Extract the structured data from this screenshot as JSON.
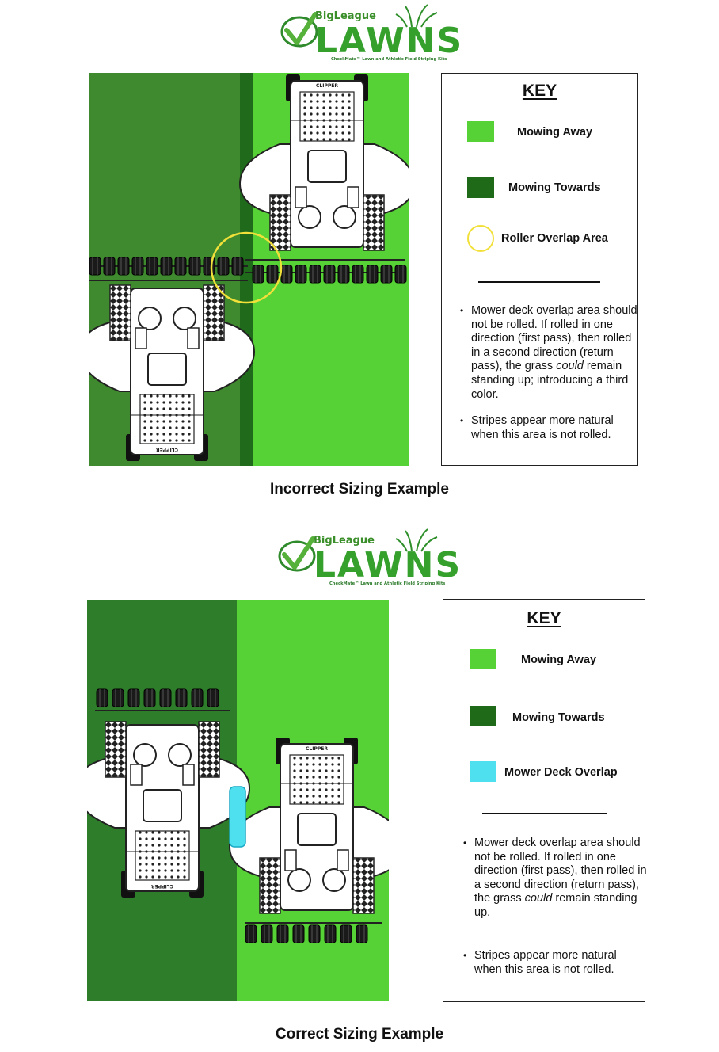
{
  "logo": {
    "brand_small": "BigLeague",
    "brand_large": "LAWNS",
    "tagline": "CheckMate™ Lawn and Athletic Field Striping Kits"
  },
  "mower": {
    "brand": "CLIPPER"
  },
  "colors": {
    "mowing_away": "#57d236",
    "mowing_towards": "#2e7d2a",
    "mowing_towards_key": "#1e6a18",
    "overlap_circle": "#f2e03a",
    "deck_overlap": "#4fe0f0",
    "dark_seam": "#1f6b1b"
  },
  "sections": [
    {
      "key_title": "KEY",
      "key_items": [
        {
          "label": "Mowing Away",
          "swatch": "square",
          "color": "#57d236"
        },
        {
          "label": "Mowing Towards",
          "swatch": "square",
          "color": "#1e6a18"
        },
        {
          "label": "Roller Overlap Area",
          "swatch": "circle",
          "color": "#f2e03a"
        }
      ],
      "notes": [
        "Mower deck overlap area should not be rolled. If rolled in one direction (first pass), then rolled in a second direction (return pass), the grass could remain standing up; introducing a third color.",
        "Stripes appear more natural when this area is not rolled."
      ],
      "caption": "Incorrect Sizing Example"
    },
    {
      "key_title": "KEY",
      "key_items": [
        {
          "label": "Mowing Away",
          "swatch": "square",
          "color": "#57d236"
        },
        {
          "label": "Mowing Towards",
          "swatch": "square",
          "color": "#1e6a18"
        },
        {
          "label": "Mower Deck Overlap",
          "swatch": "square",
          "color": "#4fe0f0"
        }
      ],
      "notes": [
        "Mower deck overlap area should not be rolled. If rolled in one direction (first pass), then rolled in a second direction (return pass), the grass could remain standing up.",
        "Stripes appear more natural when this area is not rolled."
      ],
      "caption": "Correct Sizing Example"
    }
  ]
}
